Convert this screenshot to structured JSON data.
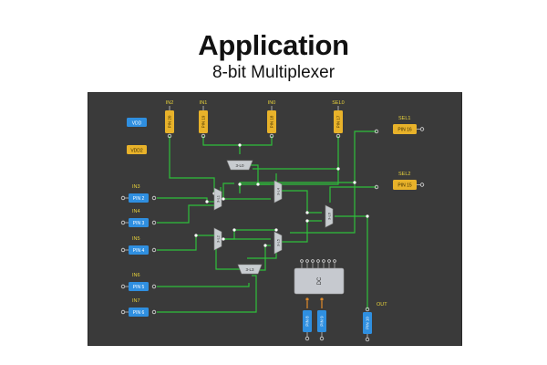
{
  "header": {
    "title": "Application",
    "subtitle": "8-bit Multiplexer"
  },
  "colors": {
    "background": "#3a3a3a",
    "wire": "#2fbf3a",
    "pin_in": "#2f8fe0",
    "pin_out": "#e8b22a",
    "mux": "#c8ccd0",
    "label": "#e8d23a",
    "chip": "#c6c9cf"
  },
  "supply": [
    {
      "id": "vdd",
      "label": "VDD"
    },
    {
      "id": "vdd2",
      "label": "VDD2"
    }
  ],
  "top_inputs": [
    {
      "name": "IN2",
      "pin": "PIN 20"
    },
    {
      "name": "IN1",
      "pin": "PIN 19"
    },
    {
      "name": "IN0",
      "pin": "PIN 18"
    },
    {
      "name": "SEL0",
      "pin": "PIN 17"
    }
  ],
  "right_inputs": [
    {
      "name": "SEL1",
      "pin": "PIN 16"
    },
    {
      "name": "SEL2",
      "pin": "PIN 15"
    }
  ],
  "left_inputs": [
    {
      "name": "IN3",
      "pin": "PIN 2"
    },
    {
      "name": "IN4",
      "pin": "PIN 3"
    },
    {
      "name": "IN5",
      "pin": "PIN 4"
    },
    {
      "name": "IN6",
      "pin": "PIN 5"
    },
    {
      "name": "IN7",
      "pin": "PIN 6"
    }
  ],
  "bottom_pins": [
    {
      "pin": "PIN 8"
    },
    {
      "pin": "PIN 9"
    }
  ],
  "output": {
    "name": "OUT",
    "pin": "PIN 10"
  },
  "muxes": [
    {
      "id": "mux-0",
      "label": "3-L0"
    },
    {
      "id": "mux-1",
      "label": "3-L1"
    },
    {
      "id": "mux-2",
      "label": "3-L2"
    },
    {
      "id": "mux-3",
      "label": "3-L3"
    },
    {
      "id": "mux-4",
      "label": "3-L4"
    },
    {
      "id": "mux-5",
      "label": "3-L5"
    },
    {
      "id": "mux-6",
      "label": "3-L6"
    }
  ],
  "chip": {
    "label": "DC"
  }
}
